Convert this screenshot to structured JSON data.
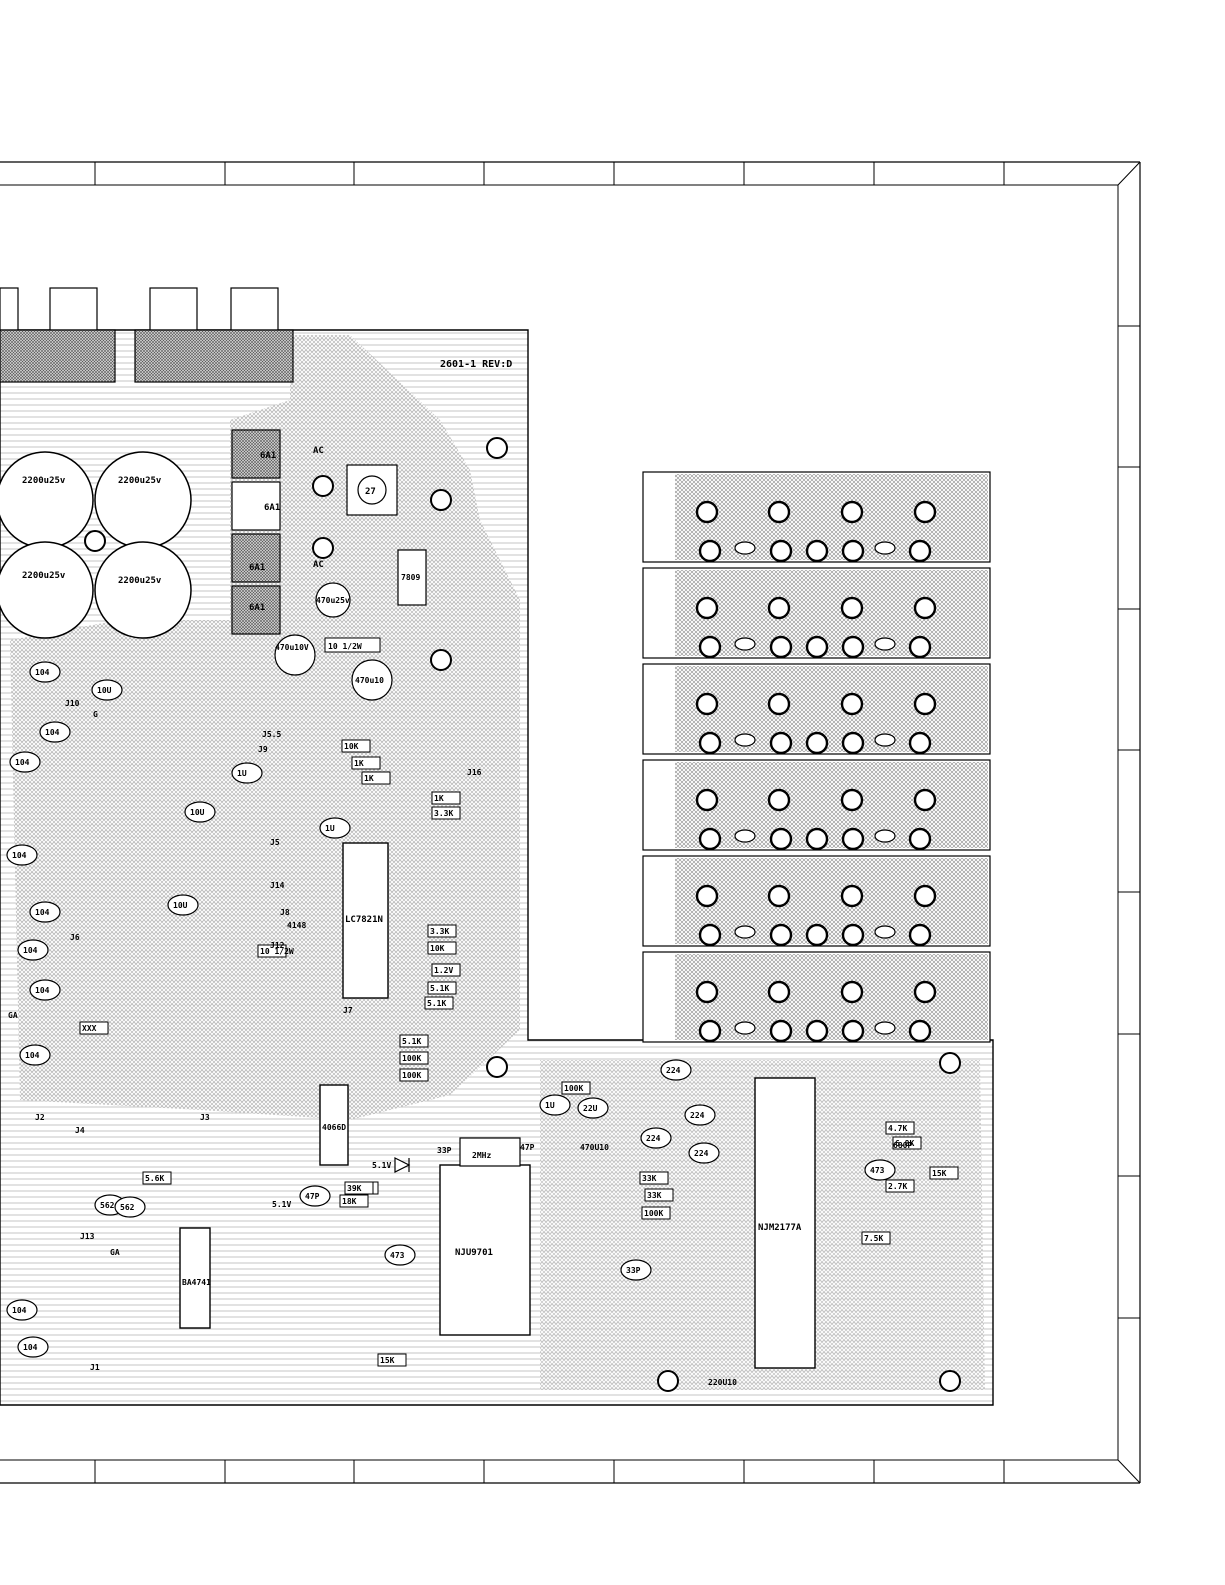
{
  "board": {
    "revision": "2601-1 REV:D",
    "ic_labels": [
      "LC7821N",
      "NJU9701",
      "NJM2177A",
      "BA4741",
      "4066D"
    ],
    "capacitors_large": [
      {
        "label": "2200u25v"
      },
      {
        "label": "2200u25v"
      },
      {
        "label": "2200u25v"
      },
      {
        "label": "2200u25v"
      }
    ],
    "capacitors_medium": [
      {
        "label": "470u25v"
      },
      {
        "label": "470u10V"
      },
      {
        "label": "470u10"
      },
      {
        "label": "470U10"
      },
      {
        "label": "220U10"
      }
    ],
    "fuses": [
      {
        "label": "6A1"
      },
      {
        "label": "6A1"
      },
      {
        "label": "6A1"
      },
      {
        "label": "6A1"
      }
    ],
    "ac_labels": [
      "AC",
      "AC"
    ],
    "resistor_labels": [
      {
        "label": "10 1/2W"
      },
      {
        "label": "10K"
      },
      {
        "label": "1K"
      },
      {
        "label": "1K"
      },
      {
        "label": "1K"
      },
      {
        "label": "3.3K"
      },
      {
        "label": "3.3K"
      },
      {
        "label": "10K"
      },
      {
        "label": "5.1K"
      },
      {
        "label": "5.1K"
      },
      {
        "label": "5.1K"
      },
      {
        "label": "100K"
      },
      {
        "label": "100K"
      },
      {
        "label": "100K"
      },
      {
        "label": "100K"
      },
      {
        "label": "100K"
      },
      {
        "label": "33K"
      },
      {
        "label": "33K"
      },
      {
        "label": "15K"
      },
      {
        "label": "15K"
      },
      {
        "label": "39K"
      },
      {
        "label": "18K"
      },
      {
        "label": "5.6K"
      },
      {
        "label": "7.5K"
      },
      {
        "label": "4.7K"
      },
      {
        "label": "2.7K"
      },
      {
        "label": "6.8K"
      },
      {
        "label": "1.2V"
      },
      {
        "label": "XXX"
      }
    ],
    "small_parts": [
      "104",
      "104",
      "104",
      "104",
      "104",
      "104",
      "104",
      "104",
      "104",
      "104",
      "224",
      "224",
      "224",
      "224",
      "473",
      "473",
      "562",
      "562",
      "10U",
      "10U",
      "10U",
      "1U",
      "1U",
      "1U",
      "22U",
      "33P",
      "47P",
      "2MHz",
      "7809",
      "27",
      "4148",
      "5.1V",
      "5.1V",
      "680P",
      "G",
      "GA",
      "GA"
    ],
    "jumpers": [
      "J1",
      "J2",
      "J3",
      "J4",
      "J5",
      "J5.5",
      "J6",
      "J7",
      "J8",
      "J9",
      "J10",
      "J12",
      "J13",
      "J14",
      "J16"
    ],
    "switch_rows": 6
  }
}
